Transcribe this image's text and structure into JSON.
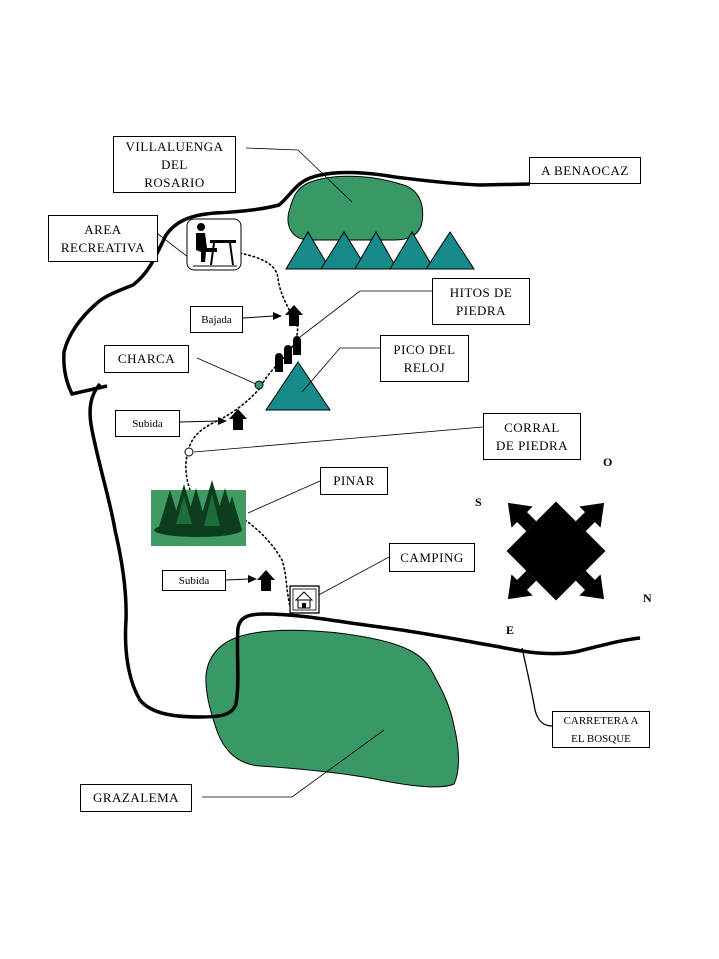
{
  "labels": {
    "villaluenga": "VILLALUENGA\nDEL\nROSARIO",
    "benaocaz": "A BENAOCAZ",
    "area_recreativa": "AREA\nRECREATIVA",
    "hitos": "HITOS DE\nPIEDRA",
    "bajada": "Bajada",
    "charca": "CHARCA",
    "pico_reloj": "PICO DEL\nRELOJ",
    "subida_1": "Subida",
    "corral": "CORRAL\nDE PIEDRA",
    "pinar": "PINAR",
    "camping": "CAMPING",
    "subida_2": "Subida",
    "carretera": "CARRETERA A\nEL BOSQUE",
    "grazalema": "GRAZALEMA"
  },
  "compass": {
    "north": "N",
    "south": "S",
    "east": "E",
    "west": "O"
  },
  "colors": {
    "town_fill": "#389966",
    "mountain_fill": "#178A8A",
    "road": "#000000",
    "forest_bg": "#3F9A63",
    "forest_trees": "#0C3D1E"
  }
}
